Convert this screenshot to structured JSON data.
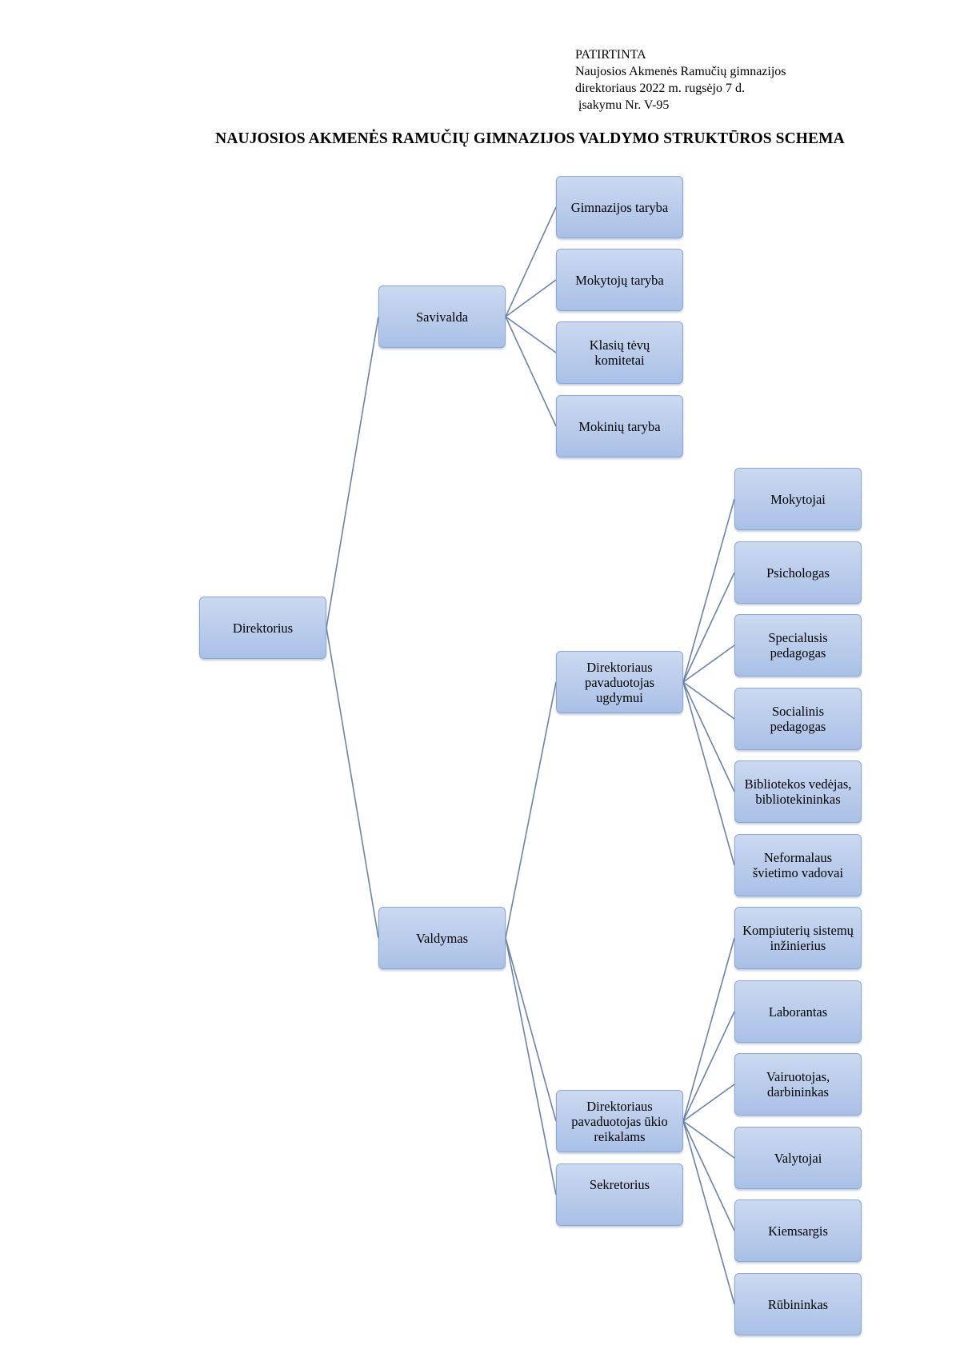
{
  "approval": {
    "line1": "PATIRTINTA",
    "line2": "Naujosios Akmenės Ramučių gimnazijos",
    "line3": "direktoriaus 2022 m. rugsėjo 7 d.",
    "line4": " įsakymu Nr. V-95"
  },
  "title": "NAUJOSIOS AKMENĖS RAMUČIŲ GIMNAZIJOS VALDYMO STRUKTŪROS SCHEMA",
  "colors": {
    "node_top": "#cbd9f0",
    "node_bottom": "#a9c0e6",
    "node_border": "#8ea7cf",
    "edge": "#6b83ac"
  },
  "nodes": {
    "direktorius": "Direktorius",
    "savivalda": "Savivalda",
    "valdymas": "Valdymas",
    "gimnazijos_taryba": "Gimnazijos taryba",
    "mokytoju_taryba": "Mokytojų taryba",
    "klasiu_tevu_komitetai": "Klasių tėvų komitetai",
    "mokiniu_taryba": "Mokinių taryba",
    "pavaduotojas_ugdymui": "Direktoriaus pavaduotojas ugdymui",
    "pavaduotojas_ukio": "Direktoriaus pavaduotojas ūkio reikalams",
    "sekretorius": "Sekretorius",
    "mokytojai": "Mokytojai",
    "psichologas": "Psichologas",
    "specialusis_pedagogas": "Specialusis pedagogas",
    "socialinis_pedagogas": "Socialinis pedagogas",
    "bibliotekos": "Bibliotekos vedėjas, bibliotekininkas",
    "neformalaus": "Neformalaus švietimo vadovai",
    "kompiuteriu": "Kompiuterių sistemų inžinierius",
    "laborantas": "Laborantas",
    "vairuotojas": "Vairuotojas, darbininkas",
    "valytojai": "Valytojai",
    "kiemsargis": "Kiemsargis",
    "rubininkas": "Rūbininkas"
  }
}
